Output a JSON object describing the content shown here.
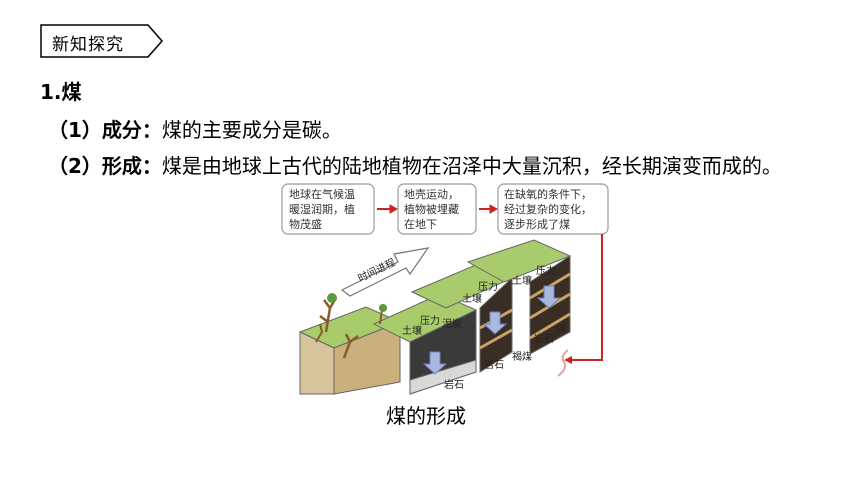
{
  "section_tag": "新知探究",
  "heading": "1.煤",
  "items": [
    {
      "num": "（1）",
      "keyword": "成分",
      "colon": "：",
      "text": "煤的主要成分是碳。"
    },
    {
      "num": "（2）",
      "keyword": "形成",
      "colon": "：",
      "text": "煤是由地球上古代的陆地植物在沼泽中大量沉积，经长期演变而成的。"
    }
  ],
  "figure": {
    "steps": [
      [
        "地球在气候温",
        "暖湿润期，植",
        "物茂盛"
      ],
      [
        "地壳运动，",
        "植物被埋藏",
        "在地下"
      ],
      [
        "在缺氧的条件下，",
        "经过复杂的变化，",
        "逐步形成了煤"
      ]
    ],
    "time_arrow": "时间进程",
    "labels": {
      "soil": "土壤",
      "pressure": "压力",
      "mud": "泥炭",
      "rock": "岩石",
      "lignite": "褐煤",
      "coal": "煤"
    },
    "arrow_color": "#cc2222"
  },
  "caption": "煤的形成"
}
